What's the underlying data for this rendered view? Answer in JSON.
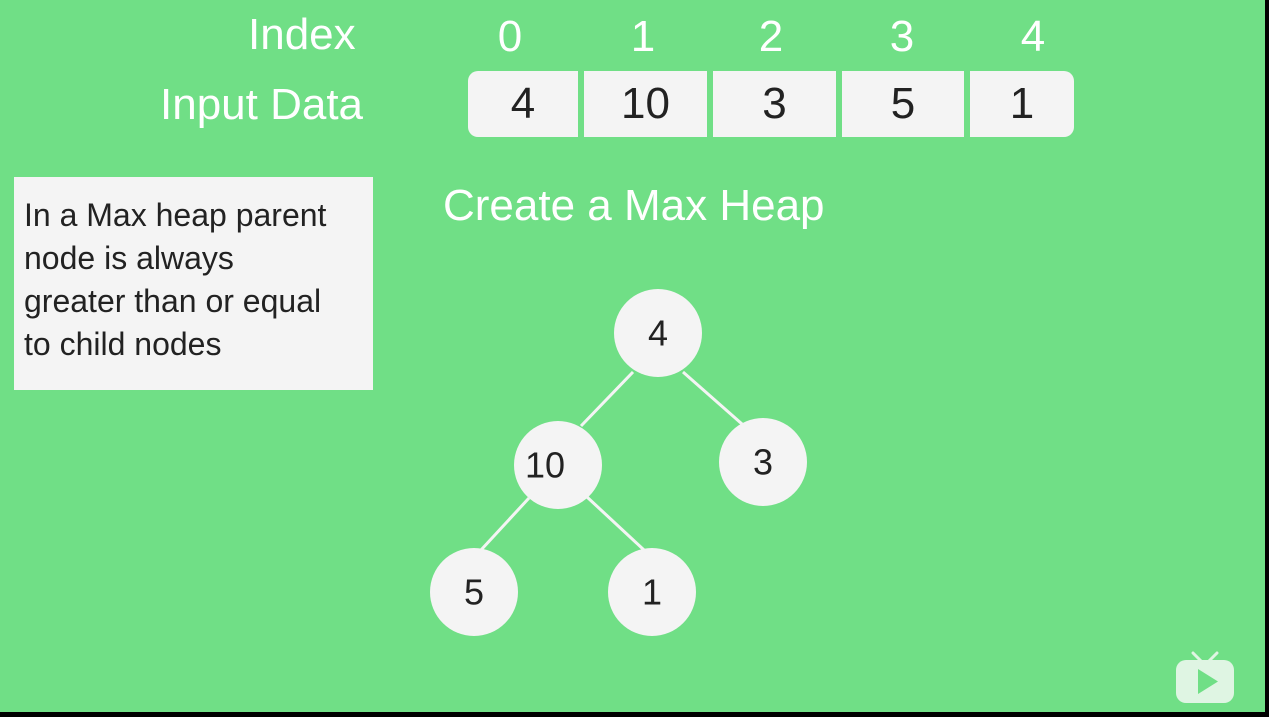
{
  "labels": {
    "index": "Index",
    "input_data": "Input Data"
  },
  "array": {
    "indices": [
      "0",
      "1",
      "2",
      "3",
      "4"
    ],
    "values": [
      "4",
      "10",
      "3",
      "5",
      "1"
    ]
  },
  "info_box": {
    "lines": [
      "In a Max heap parent",
      "node is always",
      "greater than or equal",
      "to child nodes"
    ]
  },
  "title": "Create a Max Heap",
  "tree": {
    "nodes": [
      {
        "id": "root",
        "value": "4"
      },
      {
        "id": "left",
        "value": "10"
      },
      {
        "id": "right",
        "value": "3"
      },
      {
        "id": "left-left",
        "value": "5"
      },
      {
        "id": "left-right",
        "value": "1"
      }
    ],
    "edges": [
      [
        "root",
        "left"
      ],
      [
        "root",
        "right"
      ],
      [
        "left",
        "left-left"
      ],
      [
        "left",
        "left-right"
      ]
    ]
  },
  "colors": {
    "background": "#70df86",
    "node_fill": "#f4f4f4",
    "text_dark": "#222222",
    "text_light": "#ffffff"
  },
  "icons": {
    "watermark": "video-player-logo-icon"
  }
}
